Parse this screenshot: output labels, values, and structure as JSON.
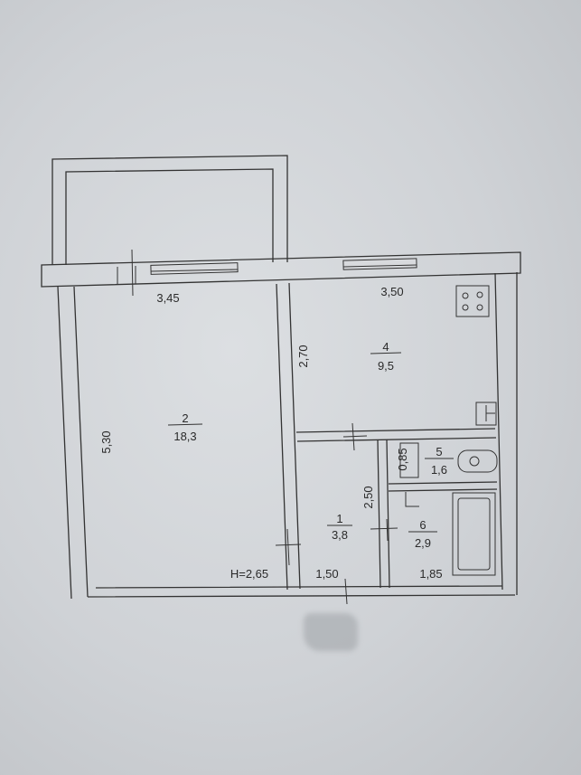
{
  "rooms": [
    {
      "number": "1",
      "area": "3,8"
    },
    {
      "number": "2",
      "area": "18,3"
    },
    {
      "number": "4",
      "area": "9,5"
    },
    {
      "number": "5",
      "area": "1,6"
    },
    {
      "number": "6",
      "area": "2,9"
    }
  ],
  "dimensions": {
    "room2_width": "3,45",
    "room4_width": "3,50",
    "room2_depth": "5,30",
    "room4_depth": "2,70",
    "room5_depth": "0,85",
    "room1_depth": "2,50",
    "room1_width": "1,50",
    "room6_width": "1,85"
  },
  "ceiling_height": "H=2,65",
  "icons": [
    "stove-icon",
    "sink-icon",
    "washbasin-icon",
    "toilet-icon",
    "bathtub-icon"
  ]
}
